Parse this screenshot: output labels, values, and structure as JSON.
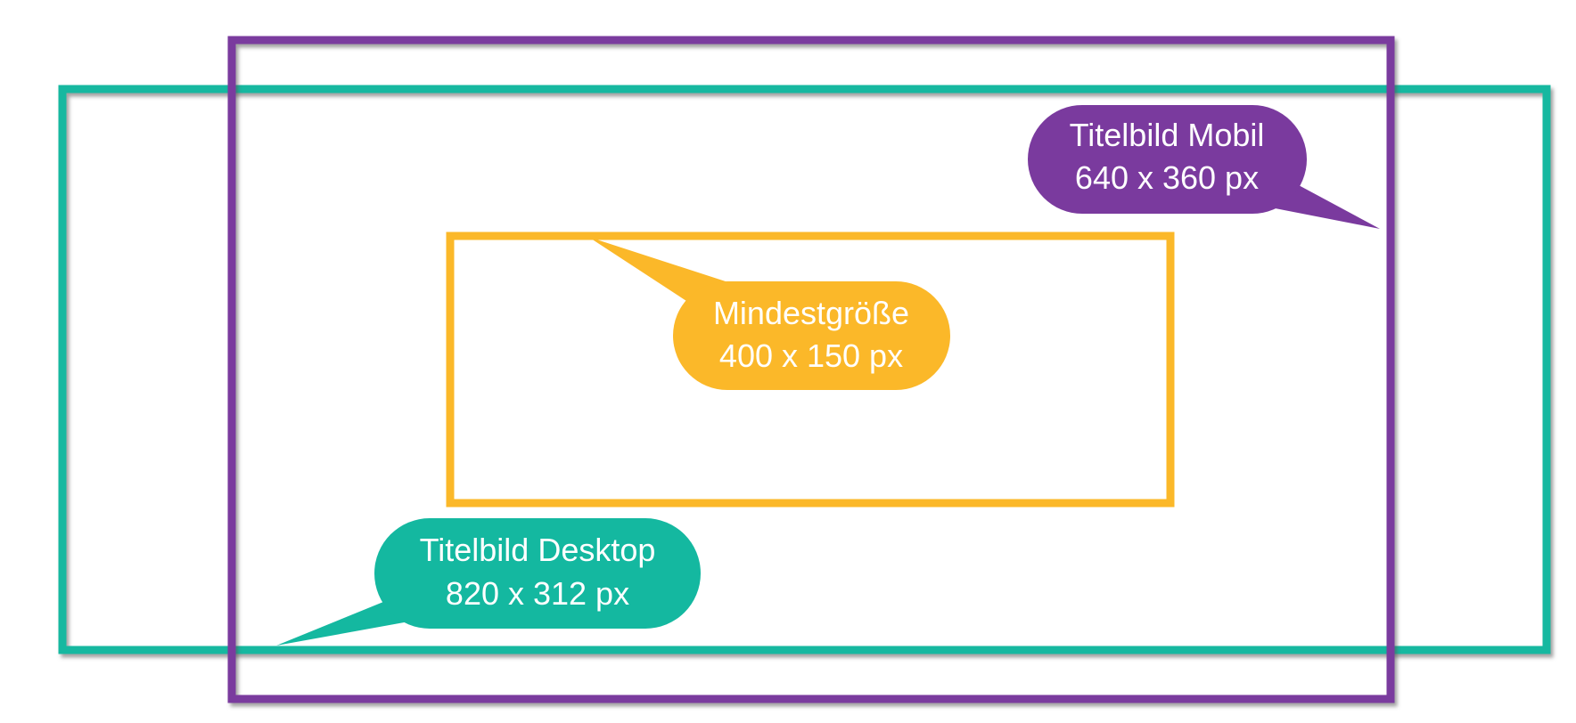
{
  "colors": {
    "desktop": "#14B8A0",
    "mobile": "#7A3A9E",
    "minimum": "#FBB829",
    "shadow": "#555555",
    "text": "#FFFFFF"
  },
  "labels": {
    "desktop": {
      "line1": "Titelbild Desktop",
      "line2": "820 x 312 px"
    },
    "mobile": {
      "line1": "Titelbild Mobil",
      "line2": "640 x 360 px"
    },
    "minimum": {
      "line1": "Mindestgröße",
      "line2": "400 x 150 px"
    }
  }
}
